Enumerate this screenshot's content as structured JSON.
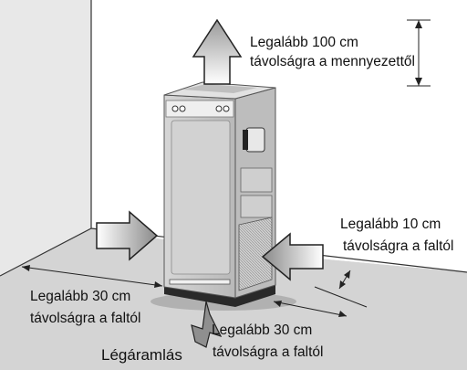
{
  "labels": {
    "ceiling_line1": "Legalább 100 cm",
    "ceiling_line2": "távolságra a mennyezettől",
    "right_wall_line1": "Legalább 10 cm",
    "right_wall_line2": "távolságra a faltól",
    "left_wall_line1": "Legalább 30 cm",
    "left_wall_line2": "távolságra a faltól",
    "front_wall_line1": "Legalább 30 cm",
    "front_wall_line2": "távolságra a faltól",
    "airflow": "Légáramlás"
  }
}
